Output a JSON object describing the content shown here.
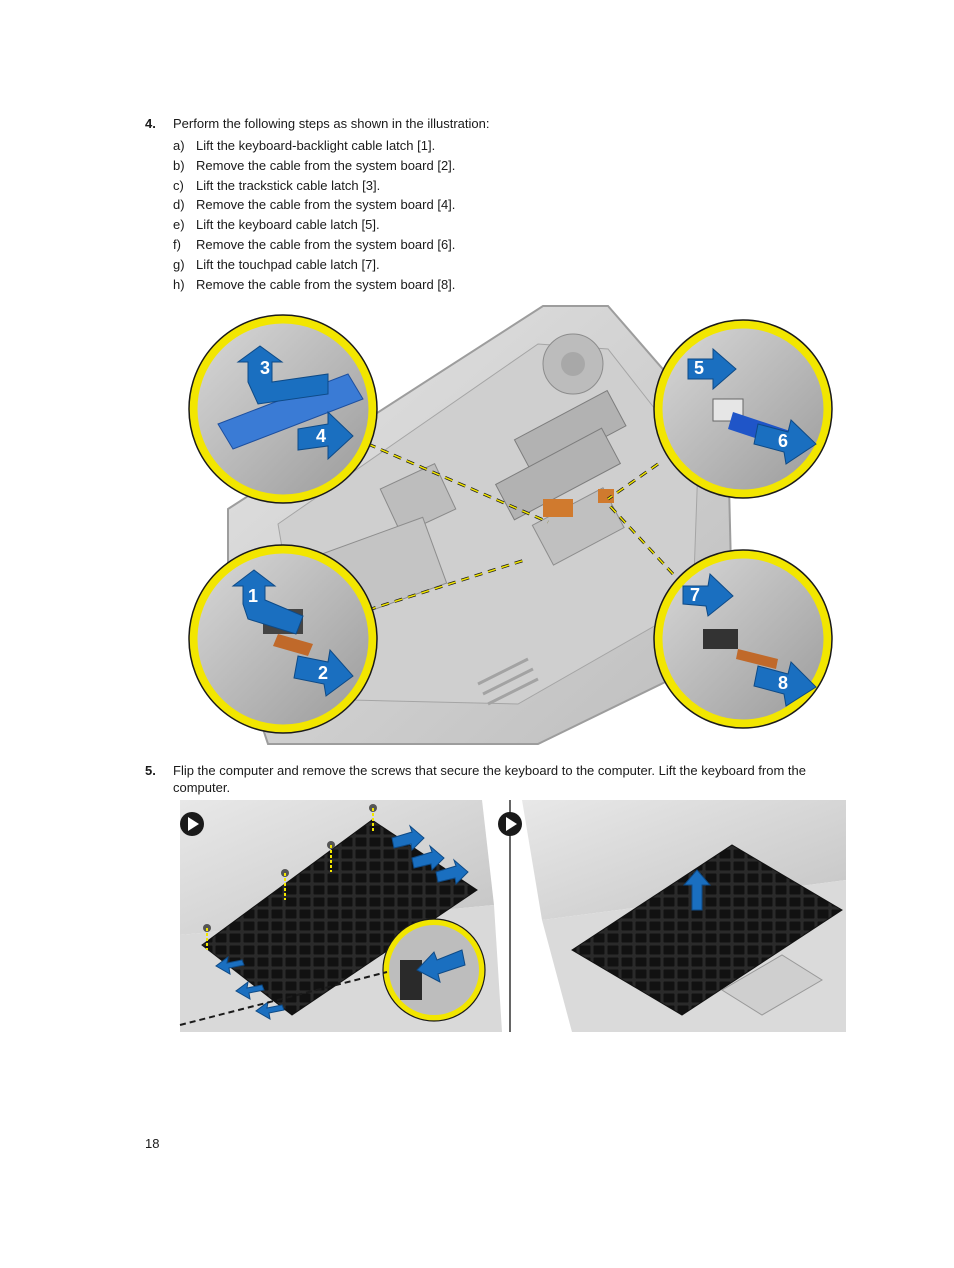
{
  "step4": {
    "number": "4.",
    "text": "Perform the following steps as shown in the illustration:",
    "substeps": [
      {
        "letter": "a)",
        "text": "Lift the keyboard-backlight cable latch [1]."
      },
      {
        "letter": "b)",
        "text": "Remove the cable from the system board [2]."
      },
      {
        "letter": "c)",
        "text": "Lift the trackstick cable latch [3]."
      },
      {
        "letter": "d)",
        "text": "Remove the cable from the system board [4]."
      },
      {
        "letter": "e)",
        "text": "Lift the keyboard cable latch [5]."
      },
      {
        "letter": "f)",
        "text": "Remove the cable from the system board [6]."
      },
      {
        "letter": "g)",
        "text": "Lift the touchpad cable latch [7]."
      },
      {
        "letter": "h)",
        "text": "Remove the cable from the system board [8]."
      }
    ]
  },
  "illustration1": {
    "callouts": [
      "1",
      "2",
      "3",
      "4",
      "5",
      "6",
      "7",
      "8"
    ],
    "accent_blue": "#1a6fc0",
    "accent_yellow": "#f2e600"
  },
  "step5": {
    "number": "5.",
    "text": "Flip the computer and remove the screws that secure the keyboard to the computer. Lift the keyboard from the computer."
  },
  "page_number": "18"
}
